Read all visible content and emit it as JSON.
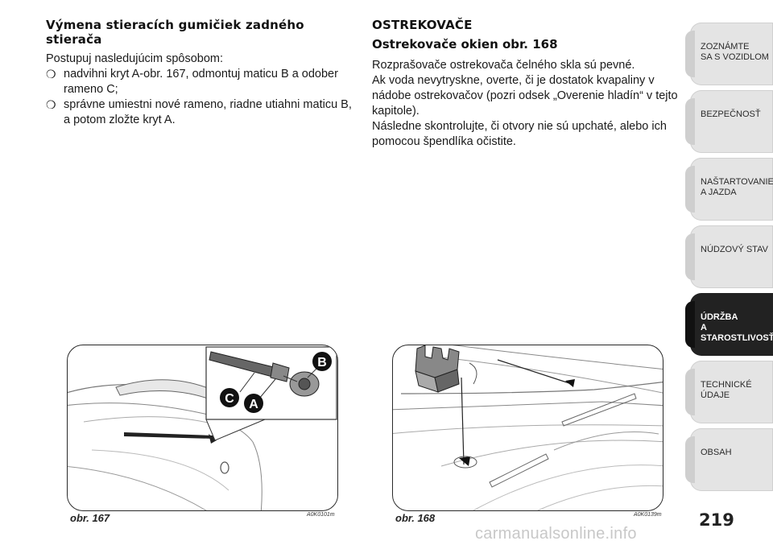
{
  "left_section": {
    "heading": "Výmena stieracích gumičiek zadného stierača",
    "intro": "Postupuj nasledujúcim spôsobom:",
    "bullets": [
      "nadvihni kryt A-obr. 167, odmontuj maticu B a odober rameno C;",
      "správne umiestni nové rameno, riadne utiahni maticu B, a potom zložte kryt A."
    ]
  },
  "right_section": {
    "heading": "OSTREKOVAČE",
    "subheading": "Ostrekovače okien obr. 168",
    "paragraph_lines": [
      "Rozprašovače ostrekovača čelného skla sú pevné.",
      "Ak voda nevytryskne, overte, či je dostatok kvapaliny v nádobe ostrekovačov (pozri odsek „Overenie hladín“ v tejto kapitole).",
      "Následne skontrolujte, či otvory nie sú upchaté, alebo ich pomocou špendlíka očistite."
    ]
  },
  "figures": {
    "fig1": {
      "caption": "obr. 167",
      "code": "A0K0101m",
      "labels": {
        "b": "B",
        "c": "C",
        "a": "A"
      }
    },
    "fig2": {
      "caption": "obr. 168",
      "code": "A0K0139m"
    }
  },
  "sidebar": {
    "tabs": [
      {
        "label": "ZOZNÁMTE\nSA S VOZIDLOM",
        "active": false
      },
      {
        "label": "BEZPEČNOSŤ",
        "active": false
      },
      {
        "label": "NAŠTARTOVANIE\nA JAZDA",
        "active": false
      },
      {
        "label": "NÚDZOVÝ STAV",
        "active": false
      },
      {
        "label": "ÚDRŽBA\nA STAROSTLIVOSŤ",
        "active": true
      },
      {
        "label": "TECHNICKÉ\nÚDAJE",
        "active": false
      },
      {
        "label": "OBSAH",
        "active": false
      }
    ]
  },
  "page_number": "219",
  "watermark": "carmanualsonline.info",
  "bullet_glyph": "❍"
}
